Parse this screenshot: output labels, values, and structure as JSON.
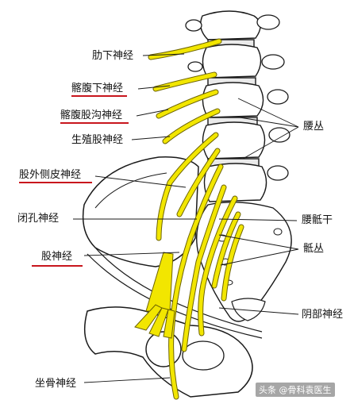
{
  "labels": {
    "subcostal": "肋下神经",
    "iliohypogastric": "髂腹下神经",
    "ilioinguinal": "髂腹股沟神经",
    "genitofemoral": "生殖股神经",
    "lat_femoral_cutaneous": "股外侧皮神经",
    "obturator": "闭孔神经",
    "femoral": "股神经",
    "sciatic": "坐骨神经",
    "lumbar_plexus": "腰丛",
    "lumbosacral_trunk": "腰骶干",
    "sacral_plexus": "骶丛",
    "pudendal": "阴部神经"
  },
  "watermark": "头条 @骨科袁医生",
  "colors": {
    "nerve": "#f2e600",
    "nerve_stroke": "#6d6400",
    "bone": "#ffffff",
    "bone_line": "#1a1a1a",
    "underline": "#c8161d"
  }
}
